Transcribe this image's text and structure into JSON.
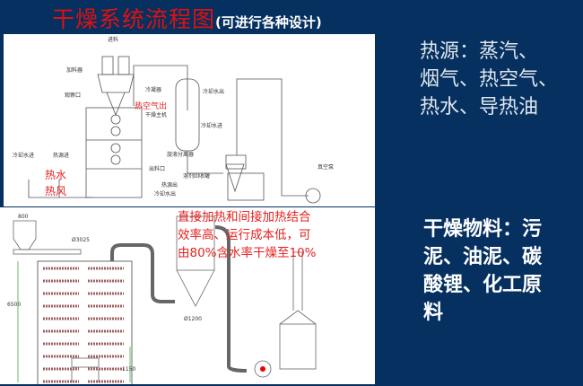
{
  "title": {
    "main": "干燥系统流程图",
    "sub": "(可进行各种设计)"
  },
  "top_diagram": {
    "labels": [
      "进料",
      "加料器",
      "观察口",
      "干燥主机",
      "冷凝器",
      "冷却水出",
      "冷却水进",
      "旋液分离器",
      "溶剂回收罐",
      "真空泵",
      "出料口",
      "热源出",
      "冷却水出",
      "冷却水进",
      "热源进"
    ],
    "hot_air_out": "热空气出",
    "hot_water": "热水",
    "hot_wind": "热风"
  },
  "bottom_diagram": {
    "dims": [
      "800",
      "Ø3025",
      "6500",
      "Ø1200",
      "1150"
    ],
    "note_lines": [
      "直接加热和间接加热结合",
      "效率高、运行成本低，可",
      "由80%含水率干燥至10%"
    ]
  },
  "right": {
    "heat_source": [
      "热源：蒸汽、",
      "烟气、热空气、",
      "热水、导热油"
    ],
    "materials": [
      "干燥物料：污",
      "泥、油泥、碳",
      "酸锂、化工原",
      "料"
    ]
  }
}
